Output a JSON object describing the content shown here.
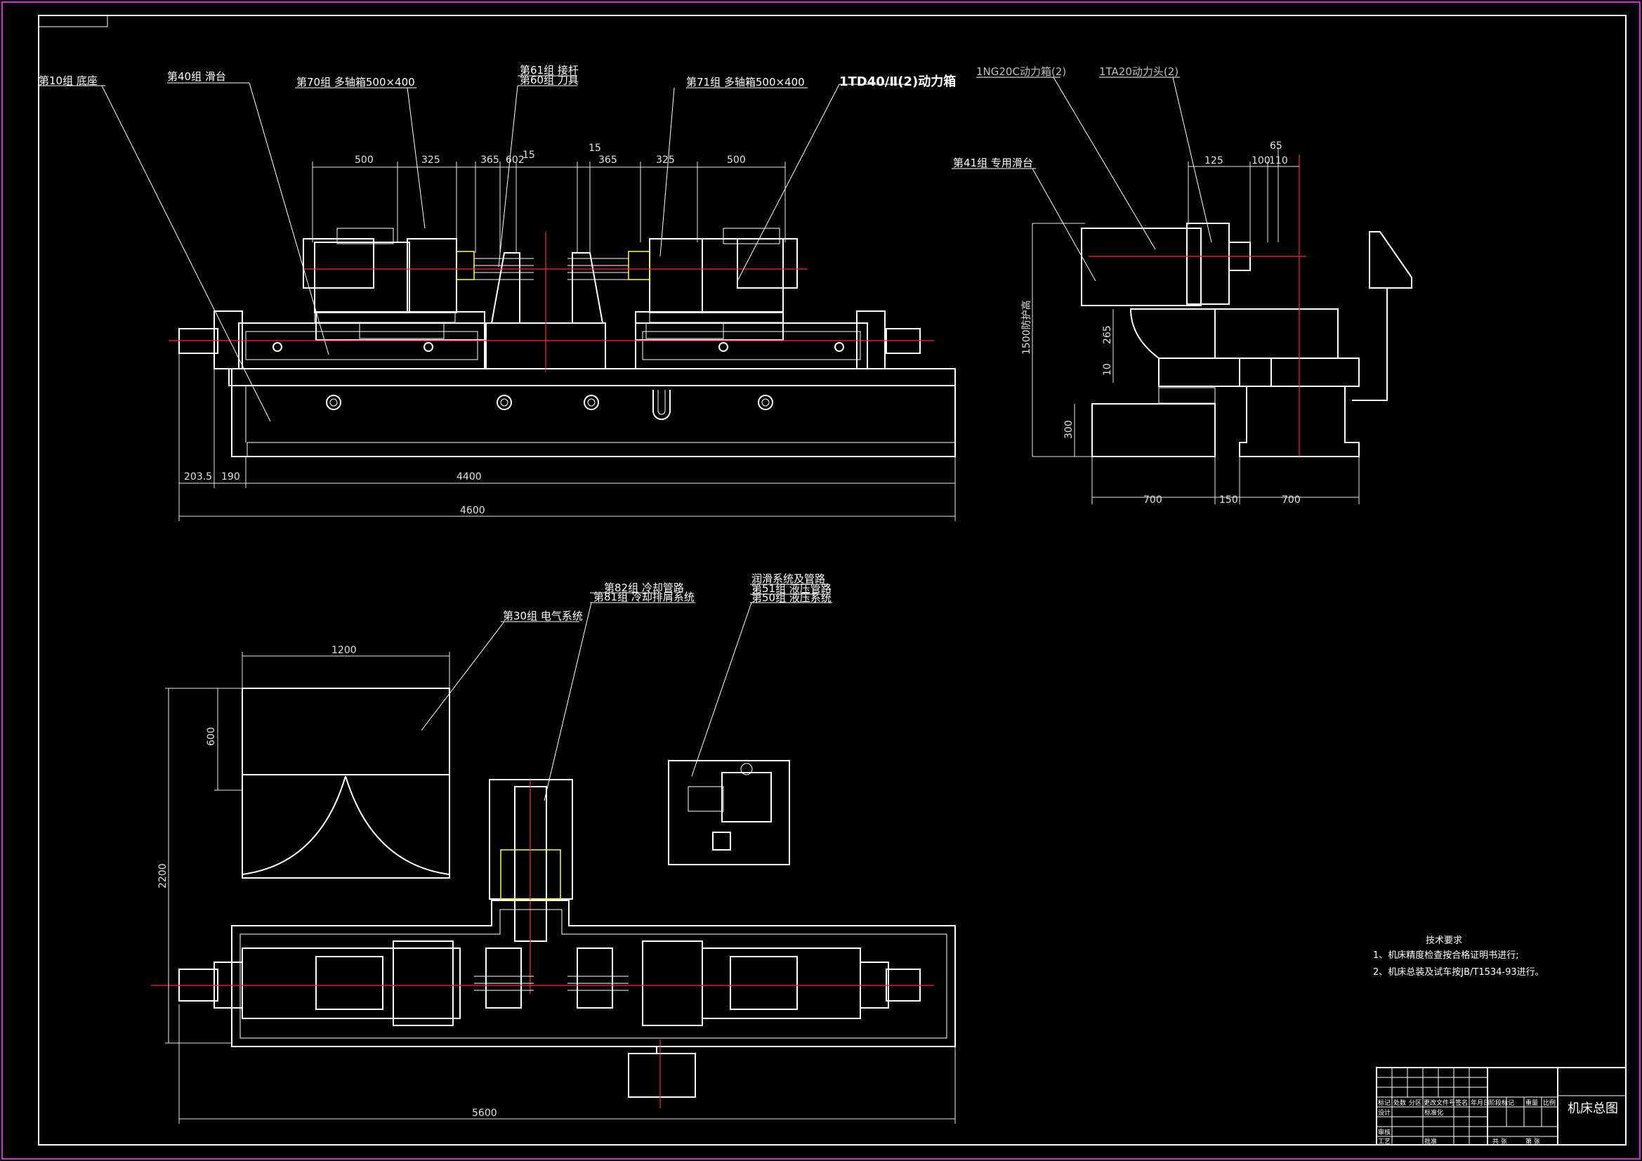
{
  "colors": {
    "background": "#000000",
    "lines": "#ffffff",
    "centerline": "#ff2a2a",
    "frame_accent": "#cc33cc",
    "hydraulic_highlight": "#ffff33"
  },
  "front_view": {
    "labels": {
      "base": "第10组 底座",
      "slide": "第40组 滑台",
      "multispindle_left": "第70组 多轴箱500×400",
      "connector_rod": "第61组 接杆",
      "cutter": "第60组 刀具",
      "multispindle_right": "第71组 多轴箱500×400",
      "power_unit": "1TD40/Ⅱ(2)动力箱"
    },
    "dims": {
      "d500_left": "500",
      "d325_left": "325",
      "d365_left": "365",
      "d602": "602",
      "d15_left": "15",
      "d15_right": "15",
      "d365_right": "365",
      "d325_right": "325",
      "d500_right": "500",
      "d2035": "203.5",
      "d190": "190",
      "d4400": "4400",
      "d4600": "4600"
    }
  },
  "side_view": {
    "labels": {
      "power_box": "1NG20C动力箱(2)",
      "power_head": "1TA20动力头(2)",
      "special_slide": "第41组 专用滑台"
    },
    "dims": {
      "d65": "65",
      "d125": "125",
      "d100": "100",
      "d110": "110",
      "height": "1500防护高",
      "d265": "265",
      "d10": "10",
      "d300": "300",
      "d700_left": "700",
      "d150": "150",
      "d700_right": "700"
    }
  },
  "plan_view": {
    "labels": {
      "coolant_pipe": "第82组 冷却管路",
      "coolant_system": "第81组 冷却排屑系统",
      "electrical": "第30组 电气系统",
      "lubrication": "润滑系统及管路",
      "hydraulic_pipe": "第51组 液压管路",
      "hydraulic_system": "第50组 液压系统"
    },
    "dims": {
      "d1200": "1200",
      "d600": "600",
      "d2200": "2200",
      "d5600": "5600"
    }
  },
  "notes": {
    "title": "技术要求",
    "items": [
      "1、机床精度检查按合格证明书进行;",
      "2、机床总装及试车按JB/T1534-93进行。"
    ]
  },
  "title_block": {
    "drawing_title": "机床总图",
    "cells": {
      "mark": "标记",
      "count": "处数",
      "zone": "分区",
      "change_no": "更改文件号",
      "sign": "签名",
      "date": "年月日",
      "design": "设计",
      "standard": "标准化",
      "stage": "阶段标记",
      "weight": "重量",
      "scale": "比例",
      "review": "审核",
      "process": "工艺",
      "approve": "批准",
      "sheets": "共  张",
      "sheet": "第  张"
    }
  }
}
